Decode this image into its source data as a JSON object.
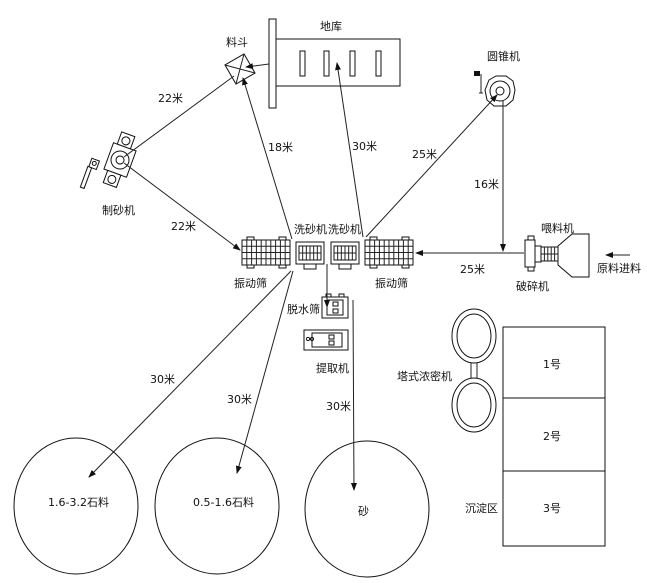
{
  "title": "砂石生产线工艺流程布置图",
  "equipment": {
    "warehouse": "地库",
    "hopper": "料斗",
    "cone_crusher": "圆锥机",
    "sand_maker": "制砂机",
    "sand_washer_1": "洗砂机",
    "sand_washer_2": "洗砂机",
    "vibrating_screen_left": "振动筛",
    "vibrating_screen_right": "振动筛",
    "feeder": "喂料机",
    "crusher": "破碎机",
    "raw_feed": "原料进料",
    "dewatering_screen": "脱水筛",
    "extractor": "提取机",
    "thickener": "塔式浓密机",
    "settling_area": "沉淀区"
  },
  "settling_tanks": [
    "1号",
    "2号",
    "3号"
  ],
  "stockpiles": [
    "1.6-3.2石料",
    "0.5-1.6石料",
    "砂"
  ],
  "distances": {
    "sand_maker_to_hopper": "22米",
    "sand_maker_to_screen": "22米",
    "screen_to_hopper": "18米",
    "screen_to_warehouse": "30米",
    "screen_to_cone": "25米",
    "cone_to_crusher_line": "16米",
    "crusher_to_screen": "25米",
    "screen_to_pile1": "30米",
    "screen_to_pile2": "30米",
    "washer_to_sand": "30米"
  },
  "colors": {
    "line": "#222222",
    "background": "#ffffff"
  }
}
